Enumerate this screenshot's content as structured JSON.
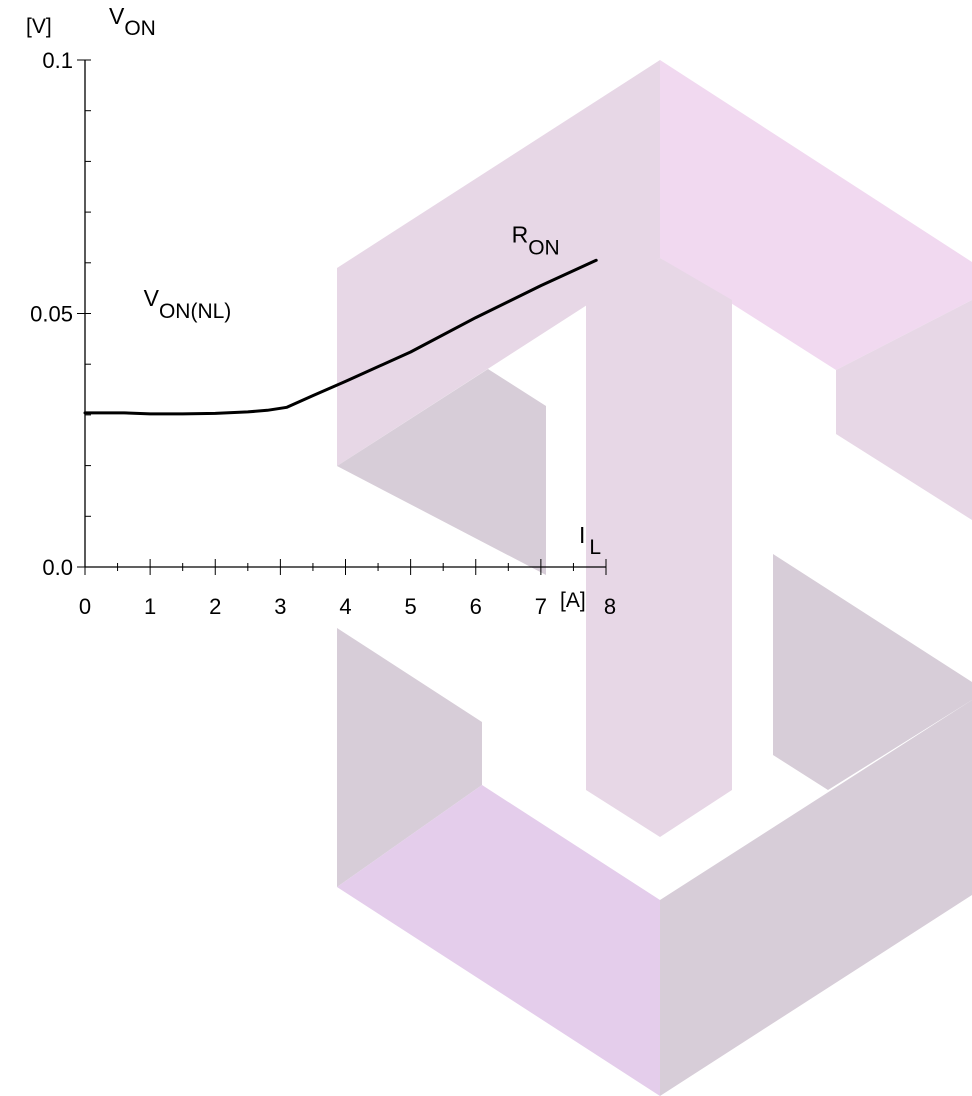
{
  "chart_data": {
    "type": "line",
    "x_axis": {
      "title": "I",
      "title_subscript": "L",
      "unit": "[A]",
      "range": [
        0,
        8
      ],
      "major_ticks": [
        0,
        1,
        2,
        3,
        4,
        5,
        6,
        7,
        8
      ],
      "tick_labels": [
        "0",
        "1",
        "2",
        "3",
        "4",
        "5",
        "6",
        "7",
        "8"
      ],
      "minor_step": 0.5
    },
    "y_axis": {
      "title": "V",
      "title_subscript": "ON",
      "unit": "[V]",
      "range": [
        0,
        0.1
      ],
      "major_ticks": [
        0,
        0.05,
        0.1
      ],
      "tick_labels": [
        "0.0",
        "0.05",
        "0.1"
      ],
      "minor_step": 0.01
    },
    "series": [
      {
        "x": [
          0,
          0.6,
          1.0,
          1.5,
          2.0,
          2.5,
          2.8,
          3.1,
          3.5,
          4.0,
          5.0,
          6.0,
          7.0,
          7.85
        ],
        "y": [
          0.0304,
          0.0304,
          0.0302,
          0.0302,
          0.0303,
          0.0306,
          0.0309,
          0.0315,
          0.0338,
          0.0366,
          0.0424,
          0.0492,
          0.0555,
          0.0605
        ]
      }
    ],
    "annotations": [
      {
        "text": "V",
        "subscript": "ON(NL)",
        "x": 0.9,
        "y": 0.0515
      },
      {
        "text": "R",
        "subscript": "ON",
        "x": 6.55,
        "y": 0.064
      }
    ],
    "grid": false,
    "legend": "none",
    "line_color": "#000000"
  },
  "watermark": {
    "shape": "stylized-S-logo",
    "colors": {
      "light_face": "#e7d7e6",
      "pink_face": "#f1d9f0",
      "dark_face": "#d7cdd8",
      "violet_face": "#e4cdeb"
    }
  }
}
